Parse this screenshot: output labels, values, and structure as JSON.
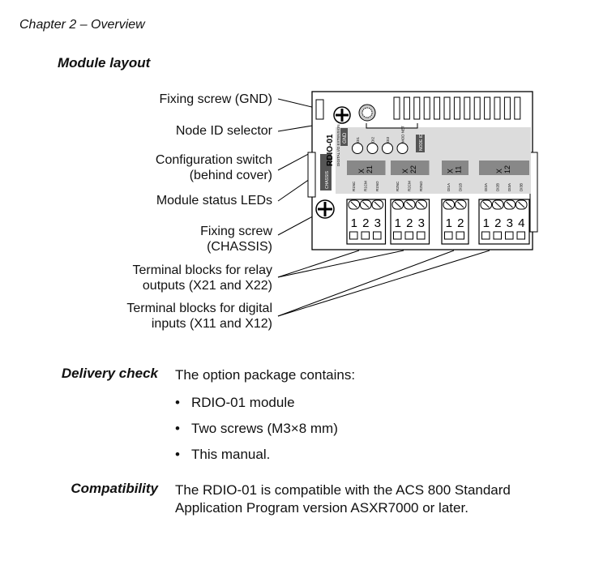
{
  "header": {
    "chapter": "Chapter 2 – Overview"
  },
  "module_layout": {
    "heading": "Module layout",
    "callouts": {
      "fixing_screw_gnd": "Fixing screw (GND)",
      "node_id_selector": "Node ID selector",
      "config_switch_1": "Configuration switch",
      "config_switch_2": "(behind cover)",
      "module_status_leds": "Module status LEDs",
      "fixing_screw_chassis_1": "Fixing screw",
      "fixing_screw_chassis_2": "(CHASSIS)",
      "relay_blocks_1": "Terminal blocks for relay",
      "relay_blocks_2": "outputs (X21 and X22)",
      "digital_blocks_1": "Terminal blocks for digital",
      "digital_blocks_2": "inputs (X11 and X12)"
    },
    "board": {
      "title": "RDIO-01",
      "subtitle": "DIGITAL I/O EXTENSION",
      "gnd": "GND",
      "chassis": "CHASSIS",
      "node_id": "NODE ID",
      "led_labels": [
        "DI1",
        "DI2",
        "DI3",
        "MOD NET"
      ],
      "connectors": [
        {
          "x": "X",
          "num": "21",
          "pins": [
            "R1NC",
            "R1CM",
            "R1NO"
          ],
          "numbers": [
            "1",
            "2",
            "3"
          ]
        },
        {
          "x": "X",
          "num": "22",
          "pins": [
            "R2NC",
            "R2CM",
            "R2NO"
          ],
          "numbers": [
            "1",
            "2",
            "3"
          ]
        },
        {
          "x": "X",
          "num": "11",
          "pins": [
            "DI1A",
            "DI1B"
          ],
          "numbers": [
            "1",
            "2"
          ]
        },
        {
          "x": "X",
          "num": "12",
          "pins": [
            "DI2A",
            "DI2B",
            "DI3A",
            "DI3B"
          ],
          "numbers": [
            "1",
            "2",
            "3",
            "4"
          ]
        }
      ]
    }
  },
  "delivery_check": {
    "heading": "Delivery check",
    "intro": "The option package contains:",
    "items": [
      "RDIO-01 module",
      "Two screws (M3×8 mm)",
      "This manual."
    ]
  },
  "compatibility": {
    "heading": "Compatibility",
    "line1": "The RDIO-01 is compatible with the ACS 800 Standard",
    "line2": "Application Program version ASXR7000 or later."
  }
}
